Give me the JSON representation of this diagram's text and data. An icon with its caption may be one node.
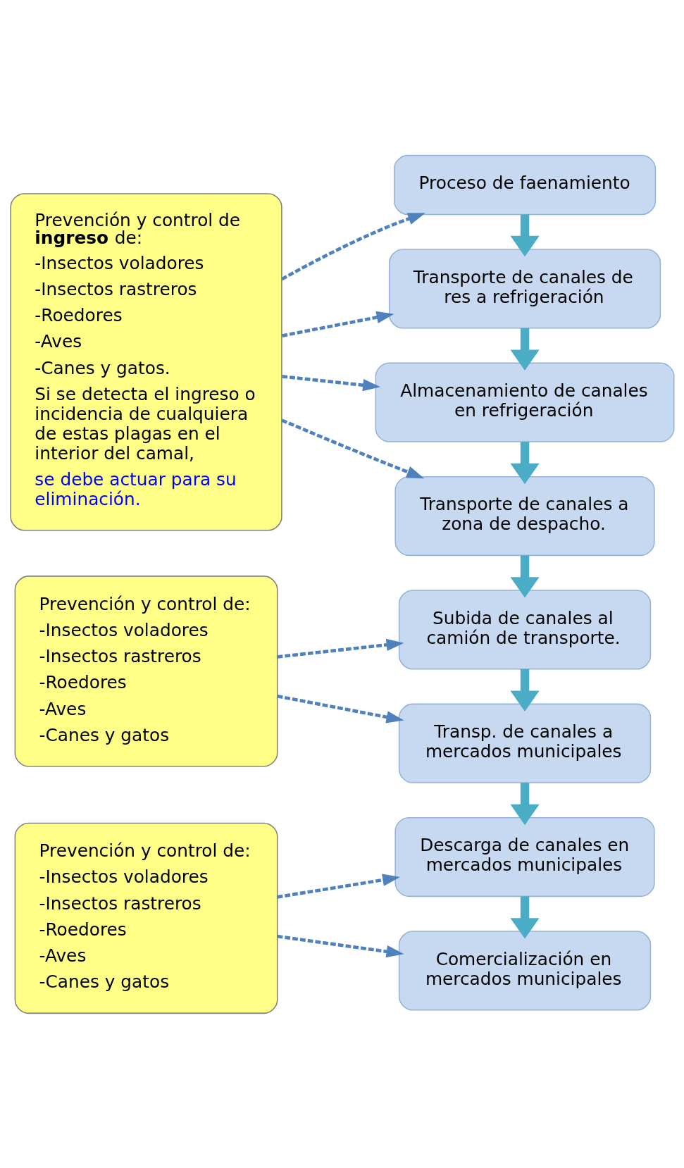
{
  "diagram": {
    "nodes": [
      {
        "text": [
          "Prevención y control de **ingreso** de:",
          "-Insectos voladores",
          "-Insectos rastreros",
          "-Roedores",
          "-Aves",
          "-Canes y gatos.",
          "Si se detecta el ingreso o incidencia de cualquiera de estas plagas en el interior del camal,",
          "se debe actuar para su eliminación."
        ]
      },
      {
        "text": [
          "Proceso de faenamiento"
        ]
      },
      {
        "text": [
          "Transporte de canales de res a refrigeración"
        ]
      },
      {
        "text": [
          "Almacenamiento de canales en refrigeración"
        ]
      },
      {
        "text": [
          "Transporte de canales a zona de despacho."
        ]
      },
      {
        "text": [
          "Prevención y control de:",
          "-Insectos voladores",
          "-Insectos rastreros",
          "-Roedores",
          "-Aves",
          "-Canes y gatos"
        ]
      },
      {
        "text": [
          "Subida de canales al camión de transporte."
        ]
      },
      {
        "text": [
          "Transp. de canales a mercados municipales"
        ]
      },
      {
        "text": [
          "Prevención y control de:",
          "-Insectos voladores",
          "-Insectos rastreros",
          "-Roedores",
          "-Aves",
          "-Canes y gatos"
        ]
      },
      {
        "text": [
          "Descarga de canales en mercados municipales"
        ]
      },
      {
        "text": [
          "Comercialización en mercados municipales"
        ]
      }
    ],
    "edges": [
      {
        "from": 0,
        "to": 1,
        "arrow": "to",
        "style": "dashed"
      },
      {
        "from": 0,
        "to": 2,
        "arrow": "to",
        "style": "dashed"
      },
      {
        "from": 0,
        "to": 3,
        "arrow": "to",
        "style": "dashed"
      },
      {
        "from": 0,
        "to": 4,
        "arrow": "to",
        "style": "dashed"
      },
      {
        "from": 1,
        "to": 2,
        "arrow": "to",
        "style": "thick",
        "color": "#4bacc6"
      },
      {
        "from": 2,
        "to": 3,
        "arrow": "to",
        "style": "thick",
        "color": "#4bacc6"
      },
      {
        "from": 3,
        "to": 4,
        "arrow": "to",
        "style": "thick",
        "color": "#4bacc6"
      },
      {
        "from": 4,
        "to": 6,
        "arrow": "to",
        "style": "thick",
        "color": "#4bacc6"
      },
      {
        "from": 5,
        "to": 6,
        "arrow": "to",
        "style": "dashed"
      },
      {
        "from": 5,
        "to": 7,
        "arrow": "to",
        "style": "dashed"
      },
      {
        "from": 6,
        "to": 7,
        "arrow": "to",
        "style": "thick",
        "color": "#4bacc6"
      },
      {
        "from": 7,
        "to": 9,
        "arrow": "to",
        "style": "thick",
        "color": "#4bacc6"
      },
      {
        "from": 8,
        "to": 9,
        "arrow": "to",
        "style": "dashed"
      },
      {
        "from": 8,
        "to": 10,
        "arrow": "to",
        "style": "dashed"
      },
      {
        "from": 9,
        "to": 10,
        "arrow": "to",
        "style": "thick",
        "color": "#4bacc6"
      }
    ]
  }
}
